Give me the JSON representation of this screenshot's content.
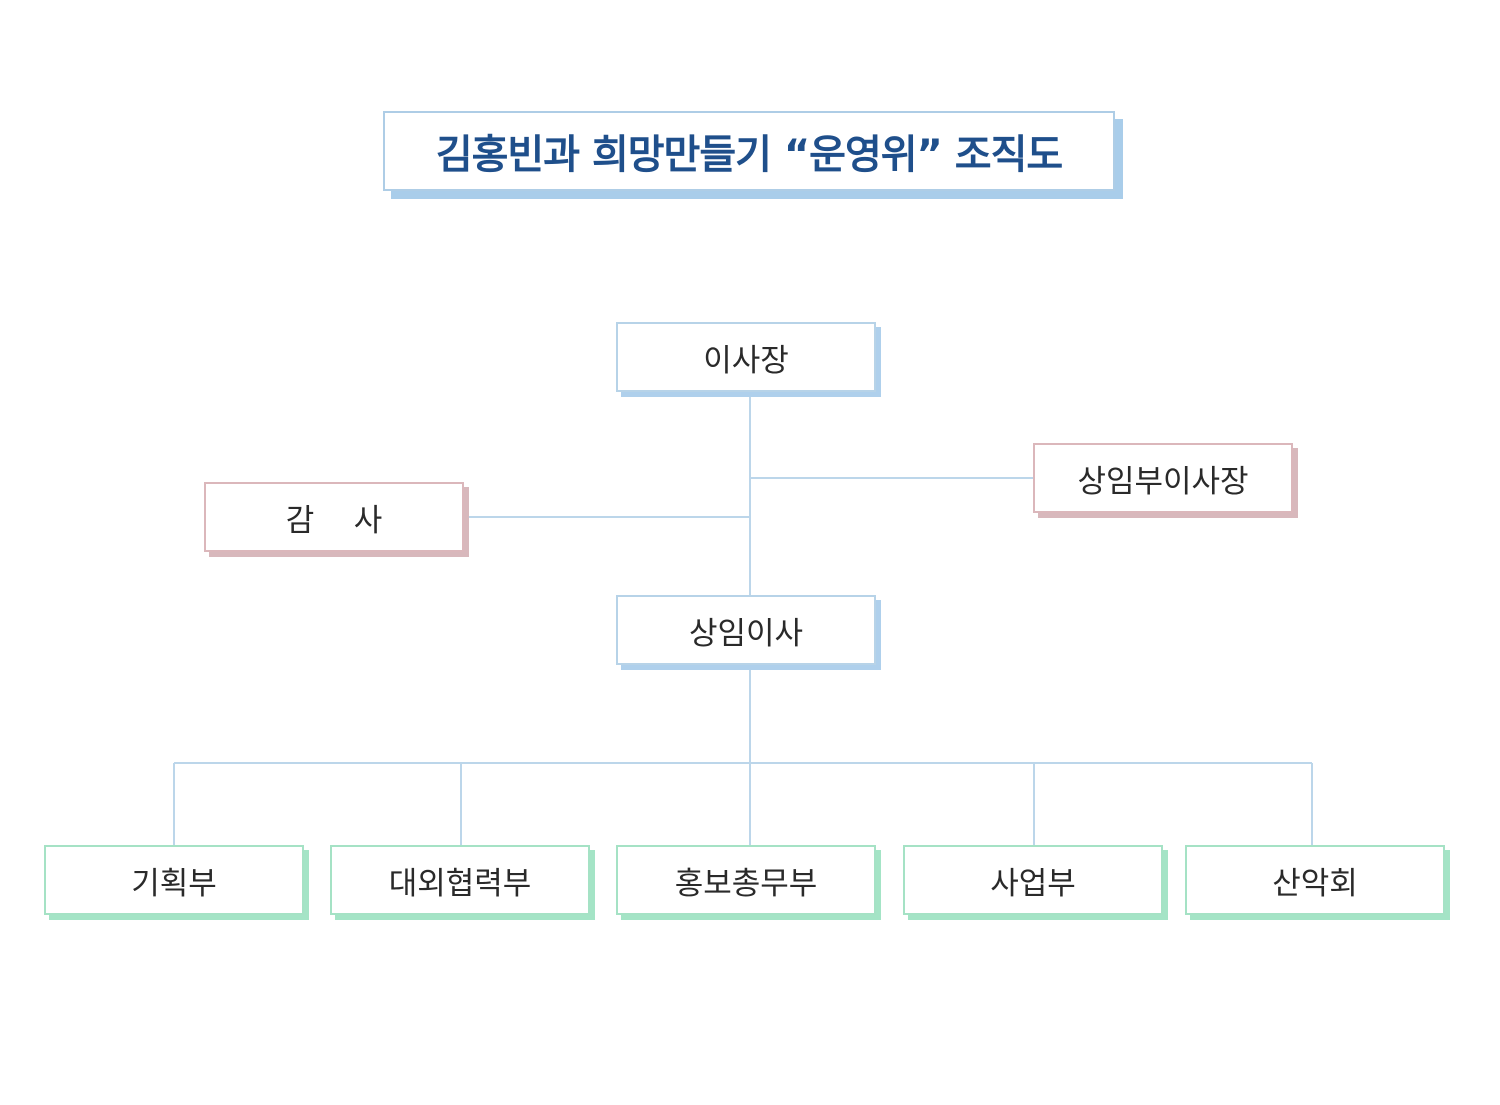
{
  "title": "김홍빈과 희망만들기 “운영위” 조직도",
  "nodes": {
    "chairman": "이사장",
    "auditor": "감    사",
    "standing_vice_chairman": "상임부이사장",
    "standing_director": "상임이사",
    "departments": [
      "기획부",
      "대외협력부",
      "홍보총무부",
      "사업부",
      "산악회"
    ]
  },
  "colors": {
    "title_text": "#1f4f8b",
    "title_shadow": "#a9cdea",
    "blue_node_border": "#b7d3e8",
    "pink_node_border": "#dbb7bb",
    "green_node_border": "#a5e2c5",
    "connector": "#bcd6ea"
  }
}
